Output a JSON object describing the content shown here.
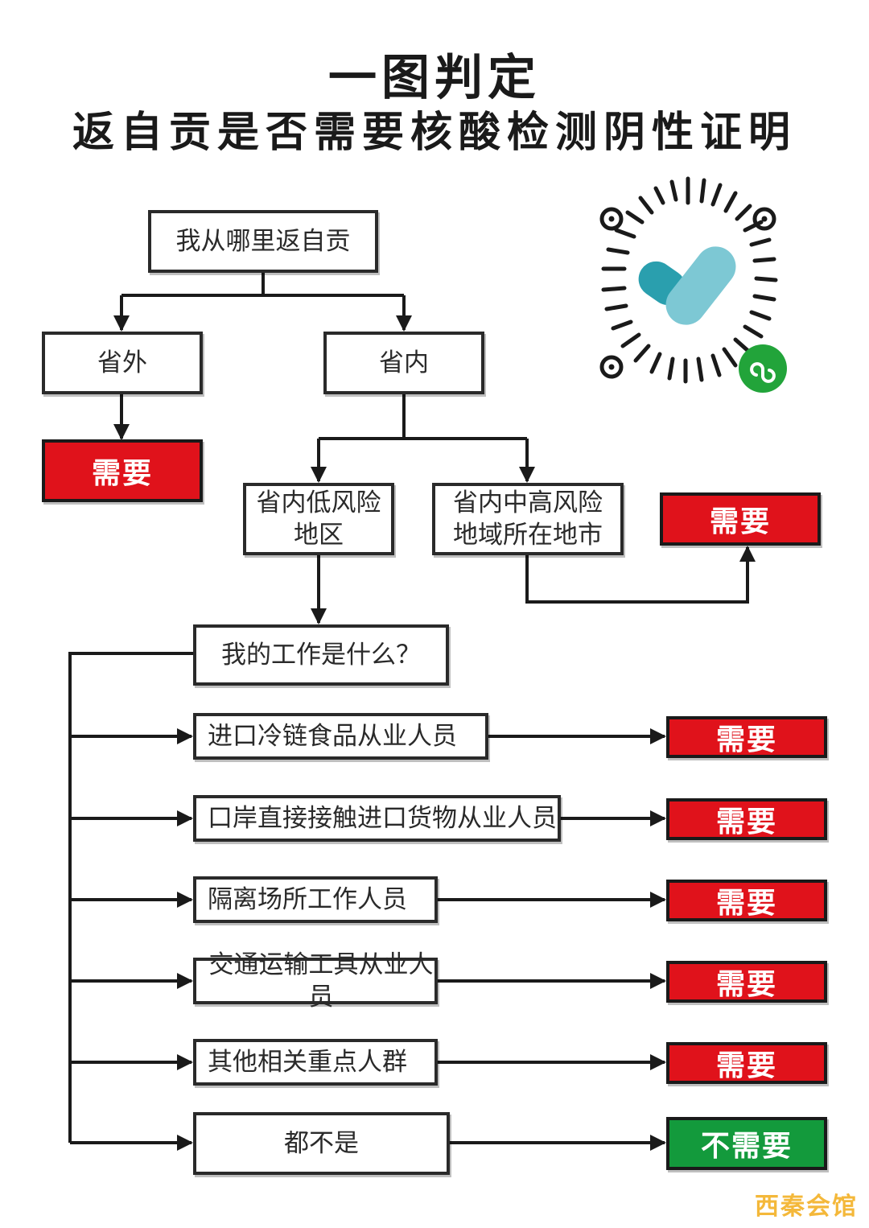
{
  "title": {
    "line1": "一图判定",
    "line2": "返自贡是否需要核酸检测阴性证明"
  },
  "nodes": {
    "start": "我从哪里返自贡",
    "outside": "省外",
    "inside": "省内",
    "low_risk": "省内低风险\n地区",
    "mid_high_risk": "省内中高风险\n地域所在地市",
    "job_question": "我的工作是什么？"
  },
  "jobs": [
    {
      "label": "进口冷链食品从业人员",
      "result": "需要"
    },
    {
      "label": "口岸直接接触进口货物从业人员",
      "result": "需要"
    },
    {
      "label": "隔离场所工作人员",
      "result": "需要"
    },
    {
      "label": "交通运输工具从业人员",
      "result": "需要"
    },
    {
      "label": "其他相关重点人群",
      "result": "需要"
    },
    {
      "label": "都不是",
      "result": "不需要"
    }
  ],
  "results": {
    "outside": "需要",
    "mid_high_risk": "需要"
  },
  "colors": {
    "need": "#e0121b",
    "no_need": "#139a3c",
    "line": "#1a1a1a",
    "watermark": "#f4b83a"
  },
  "qr_icon": "wechat-mini-program-code",
  "watermark": "西秦会馆"
}
